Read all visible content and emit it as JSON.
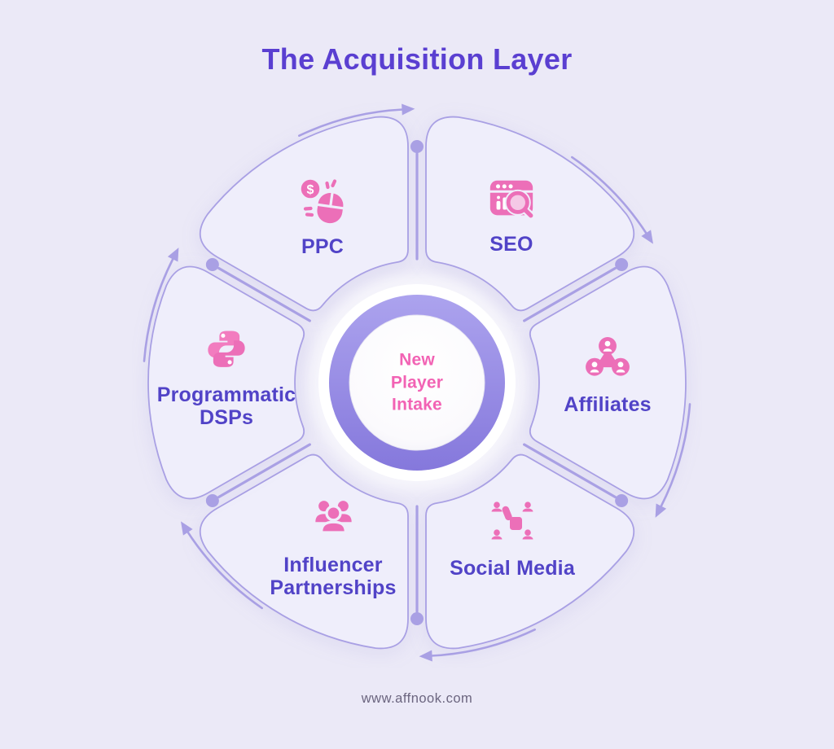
{
  "title": "The Acquisition Layer",
  "center": {
    "lines": [
      "New",
      "Player",
      "Intake"
    ]
  },
  "segments": [
    {
      "id": "ppc",
      "label": "PPC",
      "icon": "ppc-coin-mouse-icon"
    },
    {
      "id": "seo",
      "label": "SEO",
      "icon": "seo-browser-search-icon"
    },
    {
      "id": "affiliates",
      "label": "Affiliates",
      "icon": "affiliates-network-icon"
    },
    {
      "id": "social-media",
      "label": "Social Media",
      "icon": "social-media-thumbs-up-icon"
    },
    {
      "id": "influencer-partnerships",
      "label": "Influencer Partnerships",
      "icon": "influencer-people-group-icon"
    },
    {
      "id": "programmatic-dsps",
      "label": "Programmatic DSPs",
      "icon": "python-logo-icon"
    }
  ],
  "footer": {
    "url": "www.affnook.com"
  },
  "colors": {
    "background": "#EBE9F7",
    "petal_fill": "#EFEEFB",
    "line": "#A9A0E4",
    "ring_purple": "#948AE3",
    "pink": "#EC6FB8",
    "pink_light": "#F27CBF",
    "pink_lens": "#F5C9E6",
    "center_text": "#F263B4",
    "label": "#5143C7",
    "title": "#5A3FD1",
    "footer": "#6B657F",
    "cutout": "#F0EEFB"
  }
}
